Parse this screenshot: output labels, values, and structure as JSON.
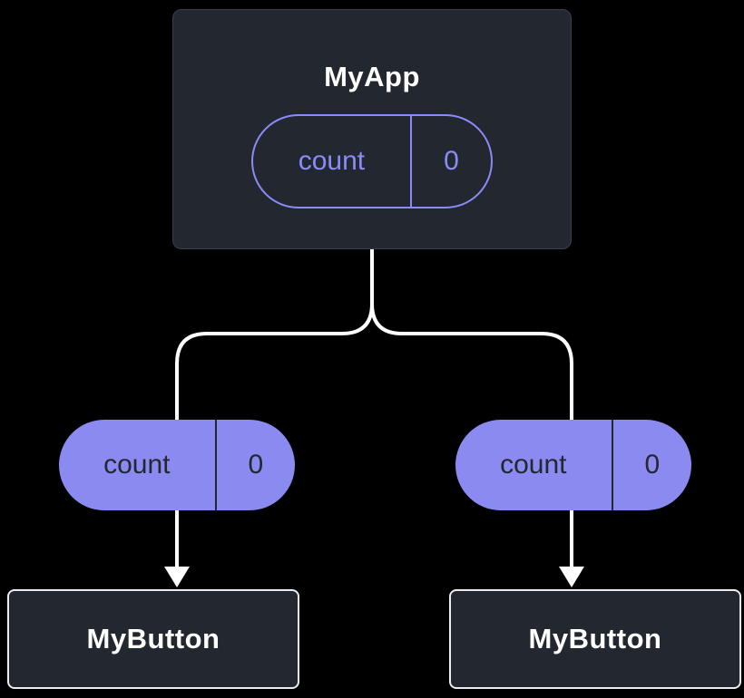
{
  "diagram": {
    "root": {
      "title": "MyApp",
      "prop": {
        "name": "count",
        "value": "0"
      }
    },
    "props_passed": [
      {
        "name": "count",
        "value": "0"
      },
      {
        "name": "count",
        "value": "0"
      }
    ],
    "children": [
      {
        "title": "MyButton"
      },
      {
        "title": "MyButton"
      }
    ],
    "colors": {
      "background": "#000000",
      "node_background": "#23272f",
      "accent_purple": "#8b8bf8",
      "filled_pill_purple": "#8a8af0",
      "pill_text_dark": "#23272f",
      "line_white": "#ffffff",
      "button_border_light": "#ebecf0",
      "title_text": "#ffffff"
    }
  }
}
